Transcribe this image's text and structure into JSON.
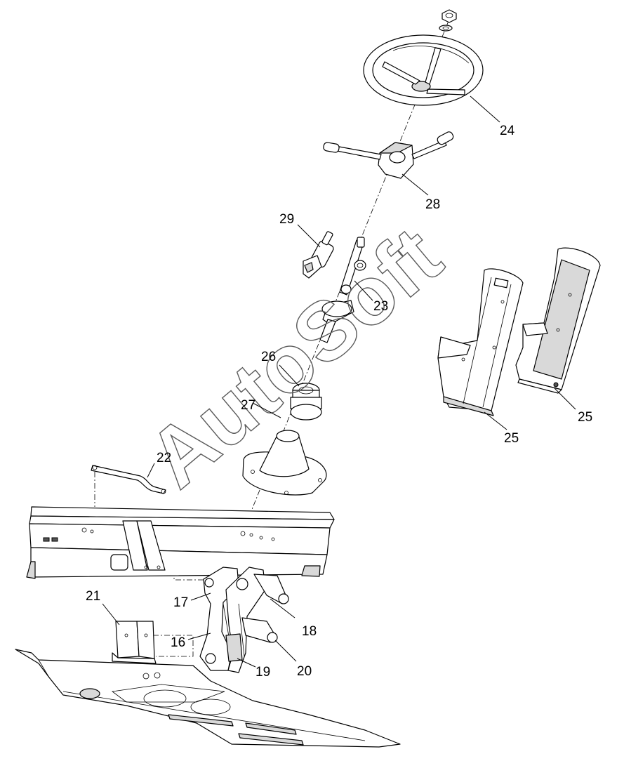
{
  "watermark": "AutoSoft",
  "callouts": {
    "c16": "16",
    "c17": "17",
    "c18": "18",
    "c19": "19",
    "c20": "20",
    "c21": "21",
    "c22": "22",
    "c23": "23",
    "c24": "24",
    "c25a": "25",
    "c25b": "25",
    "c26": "26",
    "c27": "27",
    "c28": "28",
    "c29": "29"
  }
}
